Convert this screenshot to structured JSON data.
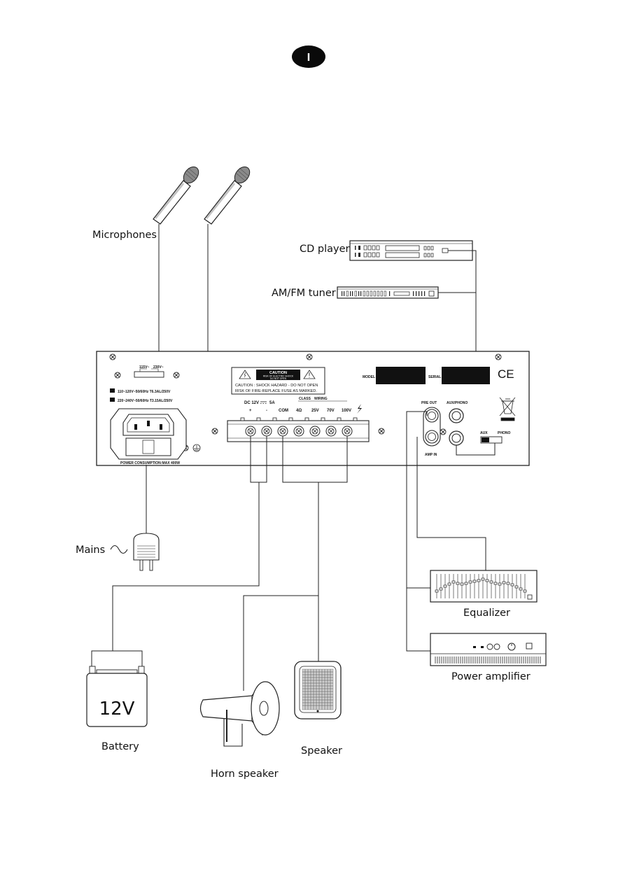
{
  "page_marker": "I",
  "labels": {
    "microphones": "Microphones",
    "cd_player": "CD player",
    "tuner": "AM/FM tuner",
    "mains": "Mains",
    "battery": "Battery",
    "battery_voltage": "12V",
    "horn_speaker": "Horn speaker",
    "speaker": "Speaker",
    "equalizer": "Equalizer",
    "power_amplifier": "Power amplifier"
  },
  "panel": {
    "voltage_115": "115V~",
    "voltage_230": "230V~",
    "mains_line_1": "110~120V~50/60Hz T6.3AL/250V",
    "mains_line_2": "220~240V~50/60Hz T3.15AL/250V",
    "power_rating": "POWER CONSUMPTION:MAX 400W",
    "caution_title": "CAUTION",
    "caution_sub_1": "RISK OF ELECTRIC SHOCK",
    "caution_sub_2": "DO NOT OPEN",
    "caution_line_1": "CAUTION : SHOCK HAZARD - DO NOT OPEN",
    "caution_line_2": "RISK OF FIRE-REPLACE FUSE AS MARKED.",
    "dc_label": "DC 12V",
    "dc_current": "5A",
    "class_label": "CLASS",
    "wiring_label": "WIRING",
    "terminals": [
      "+",
      "-",
      "COM",
      "4Ω",
      "25V",
      "70V",
      "100V"
    ],
    "model_label": "MODEL",
    "serial_label": "SERIAL",
    "ce_mark": "CE",
    "pre_out": "PRE OUT",
    "aux_phono": "AUX/PHONO",
    "amp_in": "AMP IN",
    "aux": "AUX",
    "phono": "PHONO"
  }
}
